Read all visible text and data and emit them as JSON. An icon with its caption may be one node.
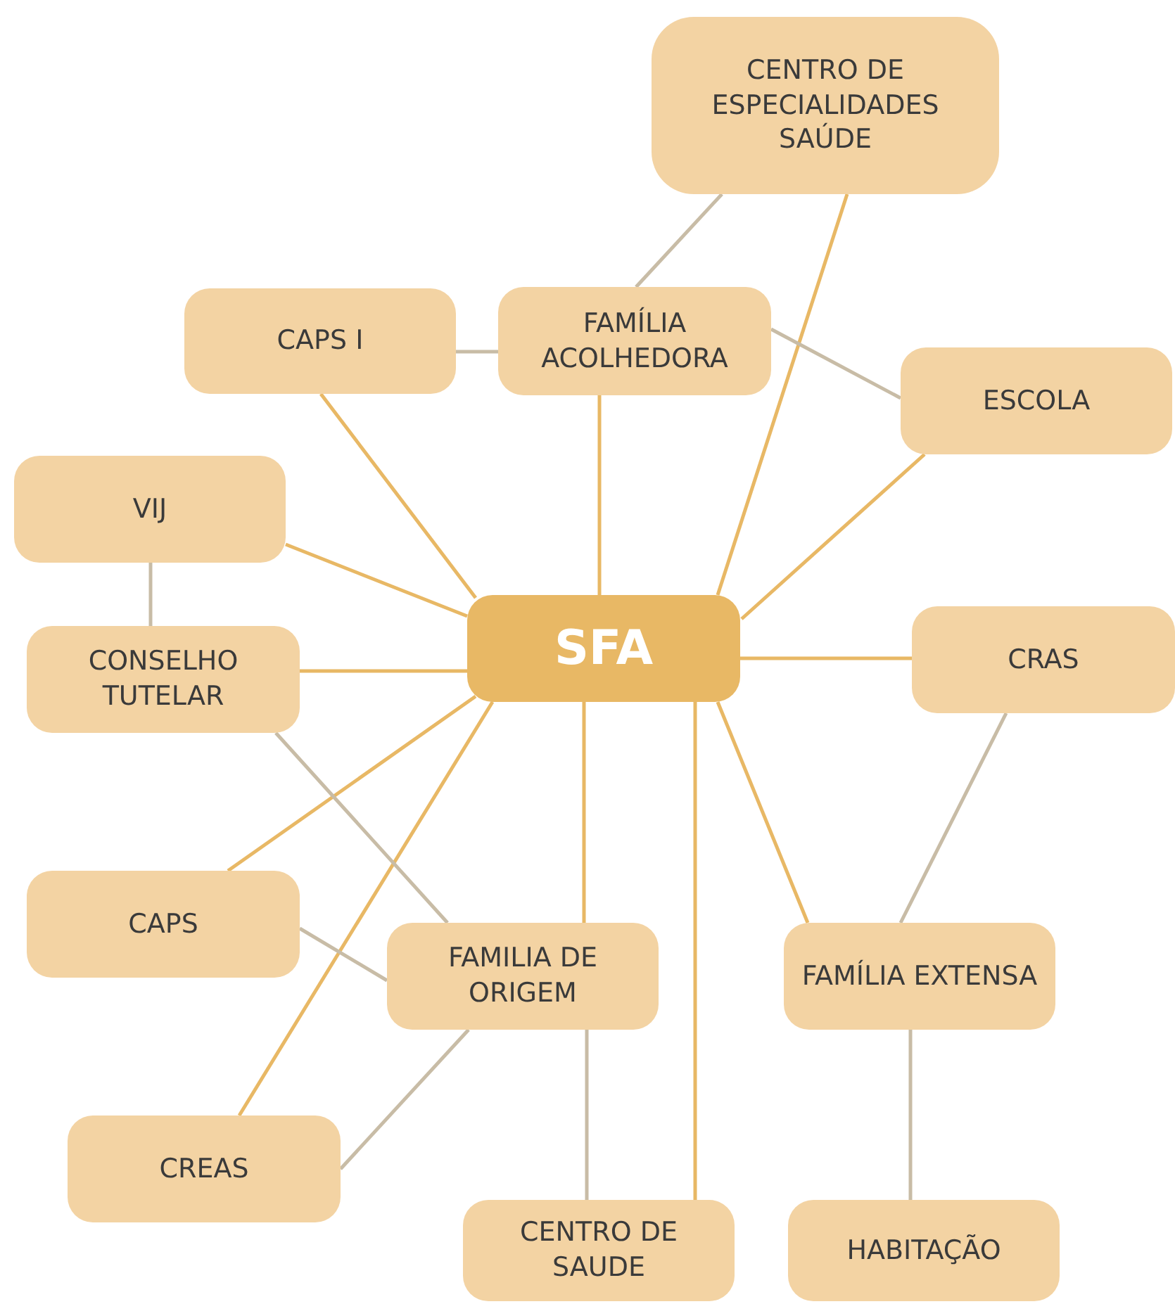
{
  "diagram": {
    "nodes": [
      {
        "text": [
          "SFA"
        ]
      },
      {
        "text": [
          "CENTRO DE ESPECIALIDADES SAÚDE"
        ]
      },
      {
        "text": [
          "CAPS I"
        ]
      },
      {
        "text": [
          "FAMÍLIA ACOLHEDORA"
        ]
      },
      {
        "text": [
          "ESCOLA"
        ]
      },
      {
        "text": [
          "VIJ"
        ]
      },
      {
        "text": [
          "CONSELHO TUTELAR"
        ]
      },
      {
        "text": [
          "CRAS"
        ]
      },
      {
        "text": [
          "CAPS"
        ]
      },
      {
        "text": [
          "FAMILIA DE ORIGEM"
        ]
      },
      {
        "text": [
          "FAMÍLIA EXTENSA"
        ]
      },
      {
        "text": [
          "CREAS"
        ]
      },
      {
        "text": [
          "CENTRO DE SAUDE"
        ]
      },
      {
        "text": [
          "HABITAÇÃO"
        ]
      }
    ],
    "edges": [
      {
        "from": 0,
        "to": 1,
        "arrow": "none"
      },
      {
        "from": 0,
        "to": 3,
        "arrow": "none"
      },
      {
        "from": 0,
        "to": 2,
        "arrow": "none"
      },
      {
        "from": 0,
        "to": 4,
        "arrow": "none"
      },
      {
        "from": 0,
        "to": 5,
        "arrow": "none"
      },
      {
        "from": 0,
        "to": 6,
        "arrow": "none"
      },
      {
        "from": 0,
        "to": 7,
        "arrow": "none"
      },
      {
        "from": 0,
        "to": 8,
        "arrow": "none"
      },
      {
        "from": 0,
        "to": 11,
        "arrow": "none"
      },
      {
        "from": 0,
        "to": 9,
        "arrow": "none"
      },
      {
        "from": 0,
        "to": 12,
        "arrow": "none"
      },
      {
        "from": 0,
        "to": 10,
        "arrow": "none"
      },
      {
        "from": 3,
        "to": 1,
        "arrow": "none",
        "color": "#c8bca6"
      },
      {
        "from": 2,
        "to": 3,
        "arrow": "none",
        "color": "#c8bca6"
      },
      {
        "from": 3,
        "to": 4,
        "arrow": "none",
        "color": "#c8bca6"
      },
      {
        "from": 5,
        "to": 6,
        "arrow": "none",
        "color": "#c8bca6"
      },
      {
        "from": 6,
        "to": 9,
        "arrow": "none",
        "color": "#c8bca6"
      },
      {
        "from": 8,
        "to": 9,
        "arrow": "none",
        "color": "#c8bca6"
      },
      {
        "from": 11,
        "to": 9,
        "arrow": "none",
        "color": "#c8bca6"
      },
      {
        "from": 9,
        "to": 12,
        "arrow": "none",
        "color": "#c8bca6"
      },
      {
        "from": 7,
        "to": 10,
        "arrow": "none",
        "color": "#c8bca6"
      },
      {
        "from": 10,
        "to": 13,
        "arrow": "none",
        "color": "#c8bca6"
      }
    ]
  }
}
